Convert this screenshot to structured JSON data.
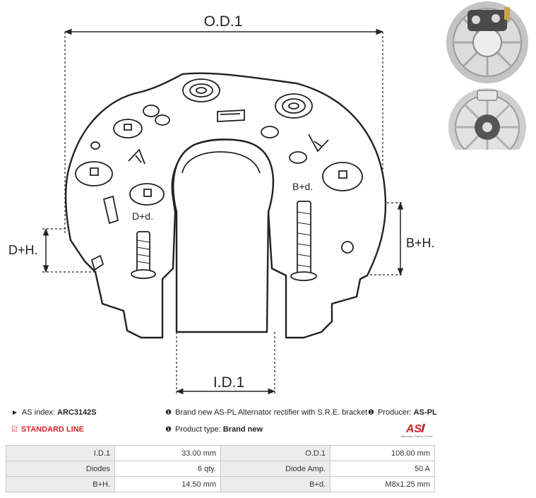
{
  "drawing": {
    "od_label": "O.D.1",
    "id_label": "I.D.1",
    "dh_label": "D+H.",
    "bh_label": "B+H.",
    "dd_label": "D+d.",
    "bd_label": "B+d."
  },
  "info": {
    "as_index_label": "AS index:",
    "as_index_value": "ARC3142S",
    "description": "Brand new AS-PL Alternator rectifier with S.R.E. bracket",
    "producer_label": "Producer:",
    "producer_value": "AS-PL",
    "standard_line": "STANDARD LINE",
    "product_type_label": "Product type:",
    "product_type_value": "Brand new",
    "logo_text": "AS",
    "logo_tagline": "Alternators, Starters & Parts"
  },
  "icons": {
    "tag": "tag-icon",
    "info": "info-circle-icon",
    "check": "check-square-icon"
  },
  "colors": {
    "accent_red": "#d2242a",
    "table_key_bg": "#ececec",
    "table_border": "#c8c8c8"
  },
  "specs": [
    [
      "I.D.1",
      "33.00 mm",
      "O.D.1",
      "108.00 mm"
    ],
    [
      "Diodes",
      "6 qty.",
      "Diode Amp.",
      "50 A"
    ],
    [
      "B+H.",
      "14.50 mm",
      "B+d.",
      "M8x1.25 mm"
    ]
  ]
}
